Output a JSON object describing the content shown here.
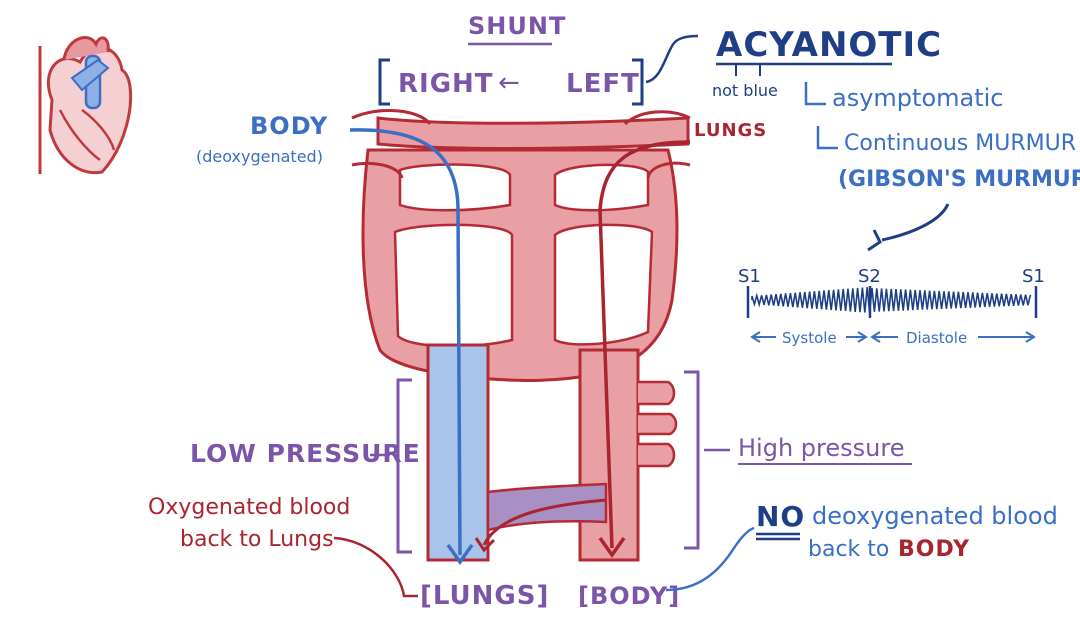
{
  "shunt": {
    "title": "SHUNT",
    "right": "RIGHT",
    "arrow": "←",
    "left": "LEFT"
  },
  "acyanotic": {
    "title": "ACYANOTIC",
    "note": "not blue",
    "asymptomatic": "asymptomatic",
    "murmur": "Continuous MURMUR",
    "gibson": "(GIBSON'S MURMUR)"
  },
  "phono": {
    "s1_left": "S1",
    "s2": "S2",
    "s1_right": "S1",
    "systole": "Systole",
    "diastole": "Diastole"
  },
  "labels": {
    "body_top": "BODY",
    "deoxy": "(deoxygenated)",
    "lungs_top": "LUNGS",
    "low_pressure": "LOW PRESSURE",
    "high_pressure": "High pressure",
    "oxy_line1": "Oxygenated blood",
    "oxy_line2": "back to Lungs",
    "no": "NO",
    "no_rest_line1": "deoxygenated blood",
    "no_line2_prefix": "back to",
    "no_line2_body": "BODY",
    "lungs_bottom": "[LUNGS]",
    "body_bottom": "[BODY]"
  },
  "colors": {
    "purple": "#7b55a8",
    "blue": "#3b6fc4",
    "navy": "#1e3f86",
    "red": "#a8242f",
    "vessel_fill": "#e8a0a4",
    "vessel_stroke": "#b52b35",
    "pulmonary_fill": "#a9c3ea",
    "duct_fill": "#a990c4"
  }
}
